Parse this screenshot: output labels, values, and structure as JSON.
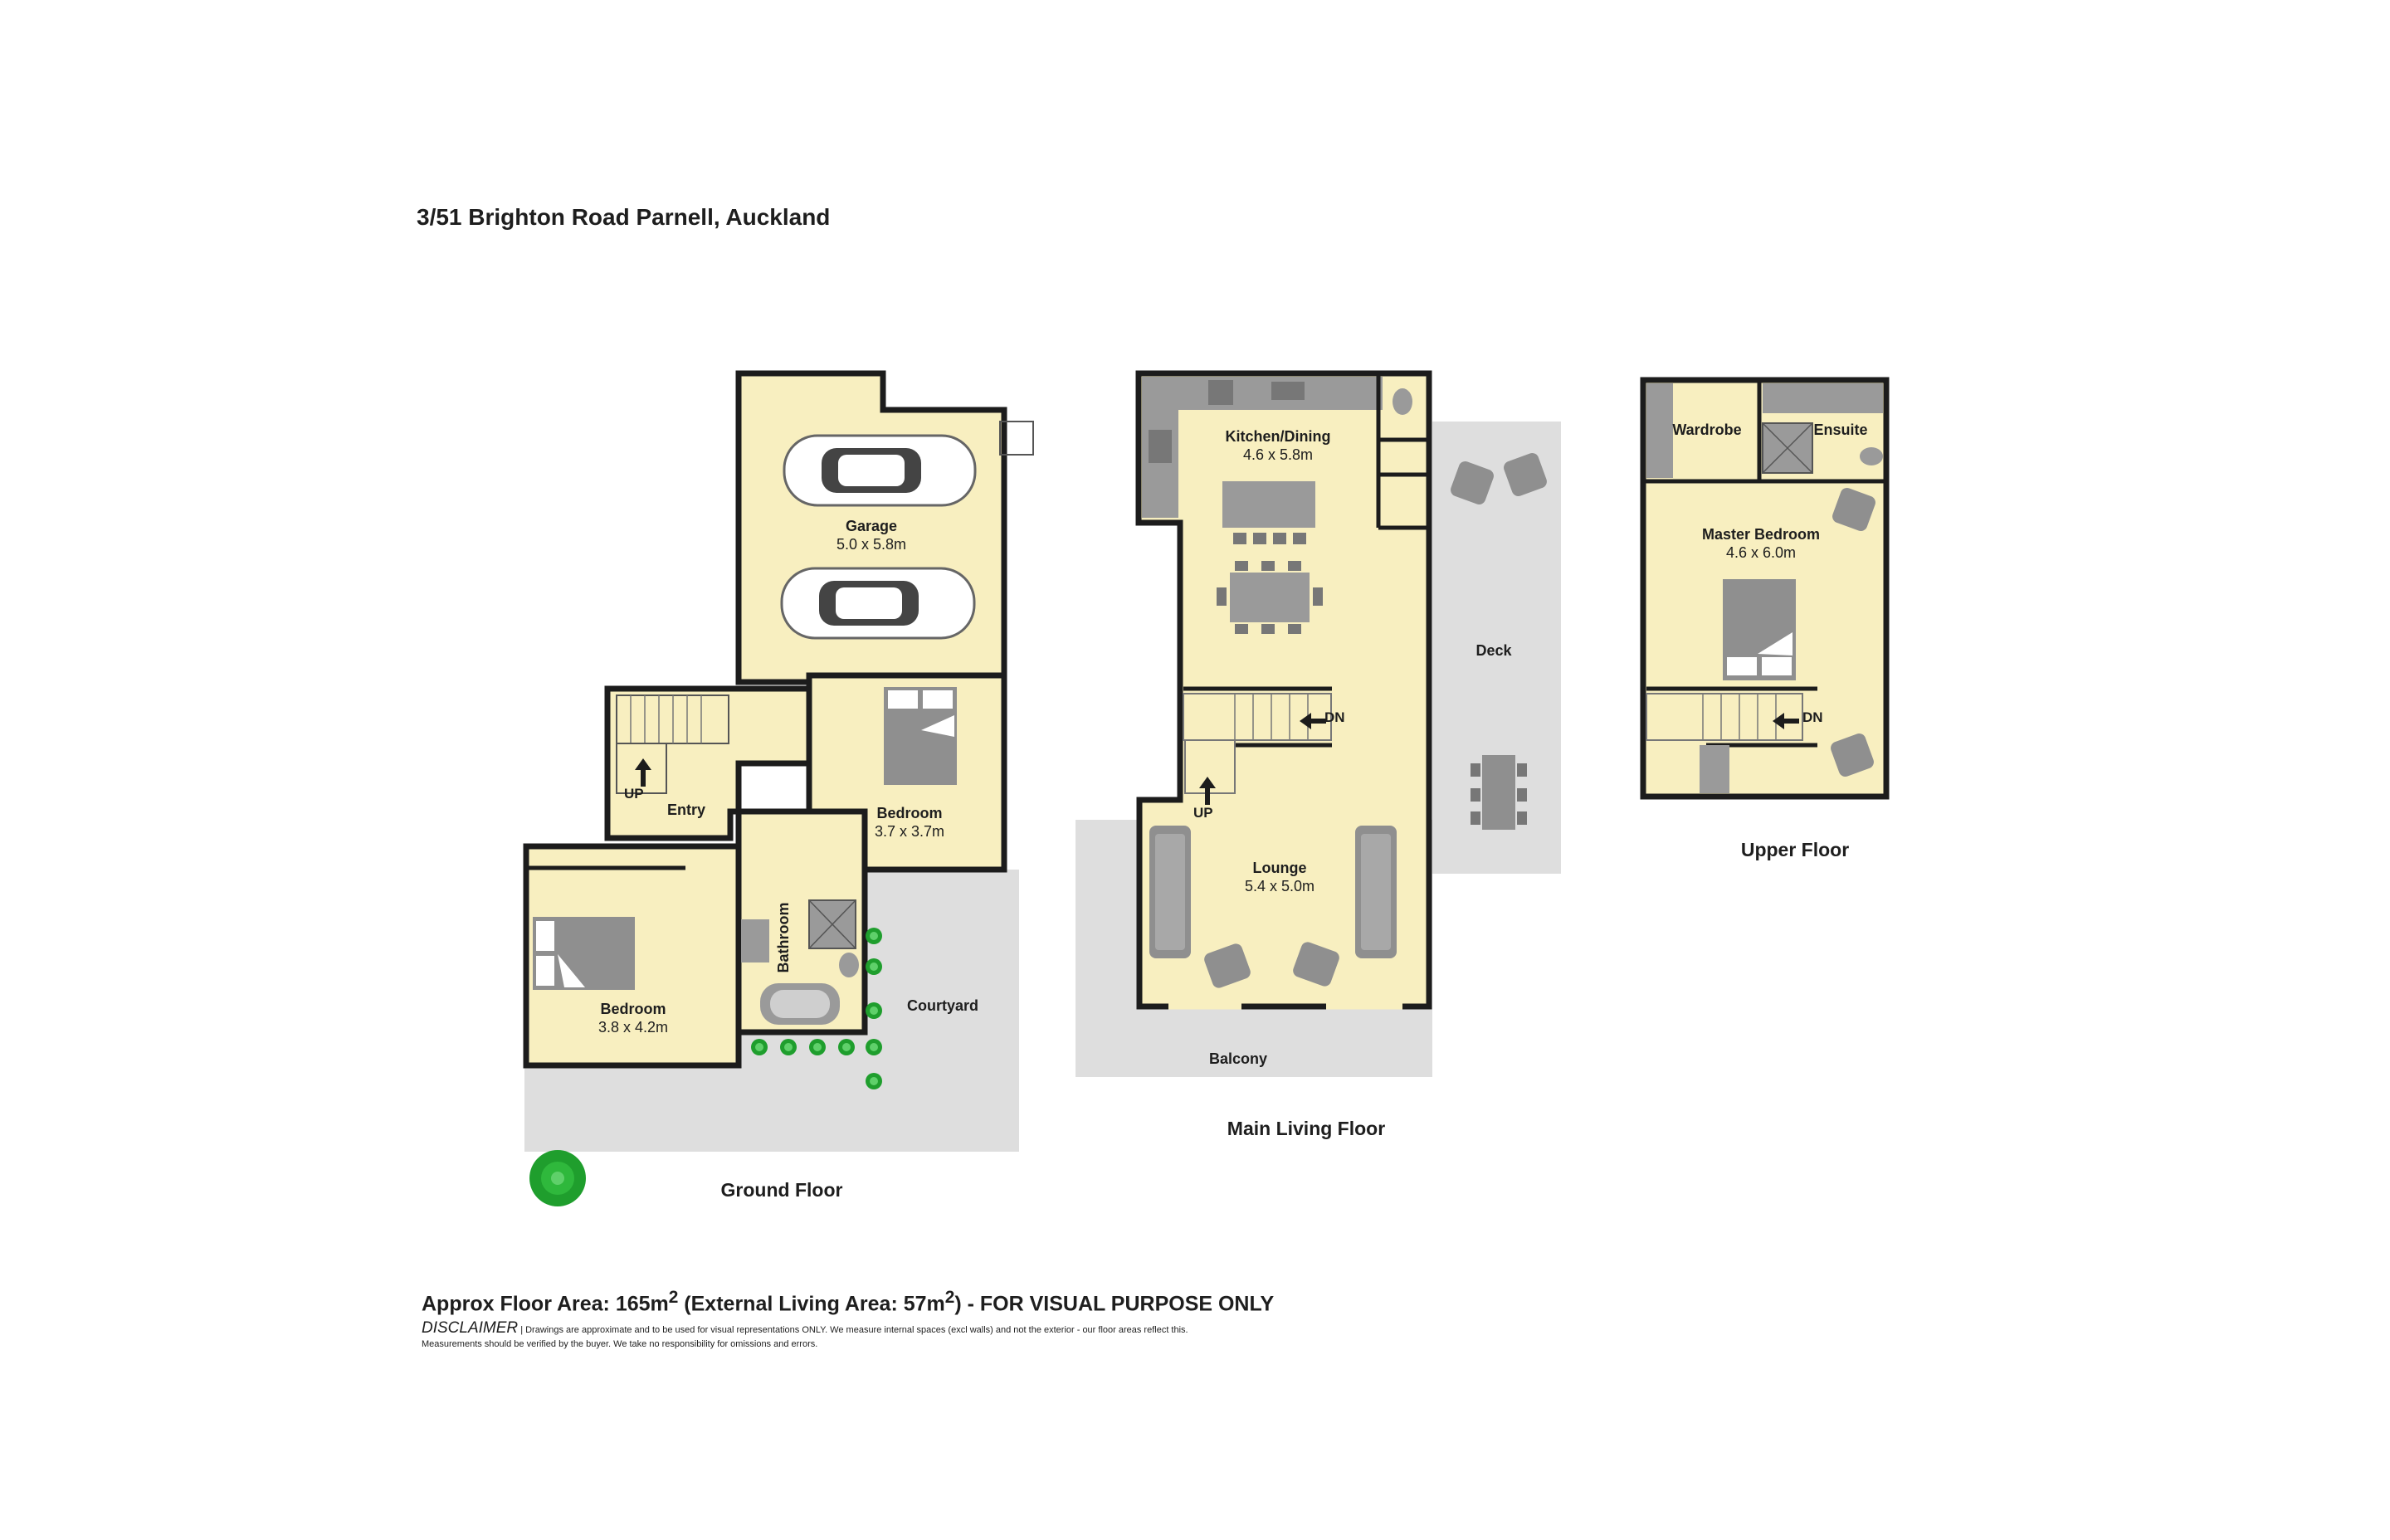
{
  "title": "3/51 Brighton Road Parnell, Auckland",
  "colors": {
    "room": "#f8efc0",
    "wall": "#1c1c1c",
    "outdoor": "#dedede",
    "furniture": "#8f8f8f",
    "plant": "#1f9e2d"
  },
  "floors": {
    "ground": {
      "label": "Ground Floor",
      "rooms": [
        {
          "name": "Garage",
          "dims": "5.0 x 5.8m"
        },
        {
          "name": "Bedroom",
          "dims": "3.7 x 3.7m"
        },
        {
          "name": "Entry",
          "dims": ""
        },
        {
          "name": "Bathroom",
          "dims": ""
        },
        {
          "name": "Bedroom",
          "dims": "3.8 x 4.2m"
        },
        {
          "name": "Courtyard",
          "dims": ""
        }
      ],
      "stair_label": "UP"
    },
    "main": {
      "label": "Main Living Floor",
      "rooms": [
        {
          "name": "Kitchen/Dining",
          "dims": "4.6 x 5.8m"
        },
        {
          "name": "Deck",
          "dims": ""
        },
        {
          "name": "Lounge",
          "dims": "5.4 x 5.0m"
        },
        {
          "name": "Balcony",
          "dims": ""
        }
      ],
      "stair_up": "UP",
      "stair_down": "DN"
    },
    "upper": {
      "label": "Upper  Floor",
      "rooms": [
        {
          "name": "Wardrobe",
          "dims": ""
        },
        {
          "name": "Ensuite",
          "dims": ""
        },
        {
          "name": "Master Bedroom",
          "dims": "4.6 x 6.0m"
        }
      ],
      "stair_down": "DN"
    }
  },
  "footer": {
    "area_prefix": "Approx Floor Area: 165m",
    "sup": "2",
    "area_mid": " (External Living Area: 57m",
    "area_suffix": ") - FOR VISUAL PURPOSE ONLY",
    "disclaimer_label": "DISCLAIMER",
    "disclaimer_line1": " | Drawings are approximate and to be used for visual representations ONLY. We measure internal spaces (excl walls) and not the exterior - our floor areas reflect this.",
    "disclaimer_line2": "Measurements should be verified by the buyer. We take no responsibility for omissions and errors."
  }
}
